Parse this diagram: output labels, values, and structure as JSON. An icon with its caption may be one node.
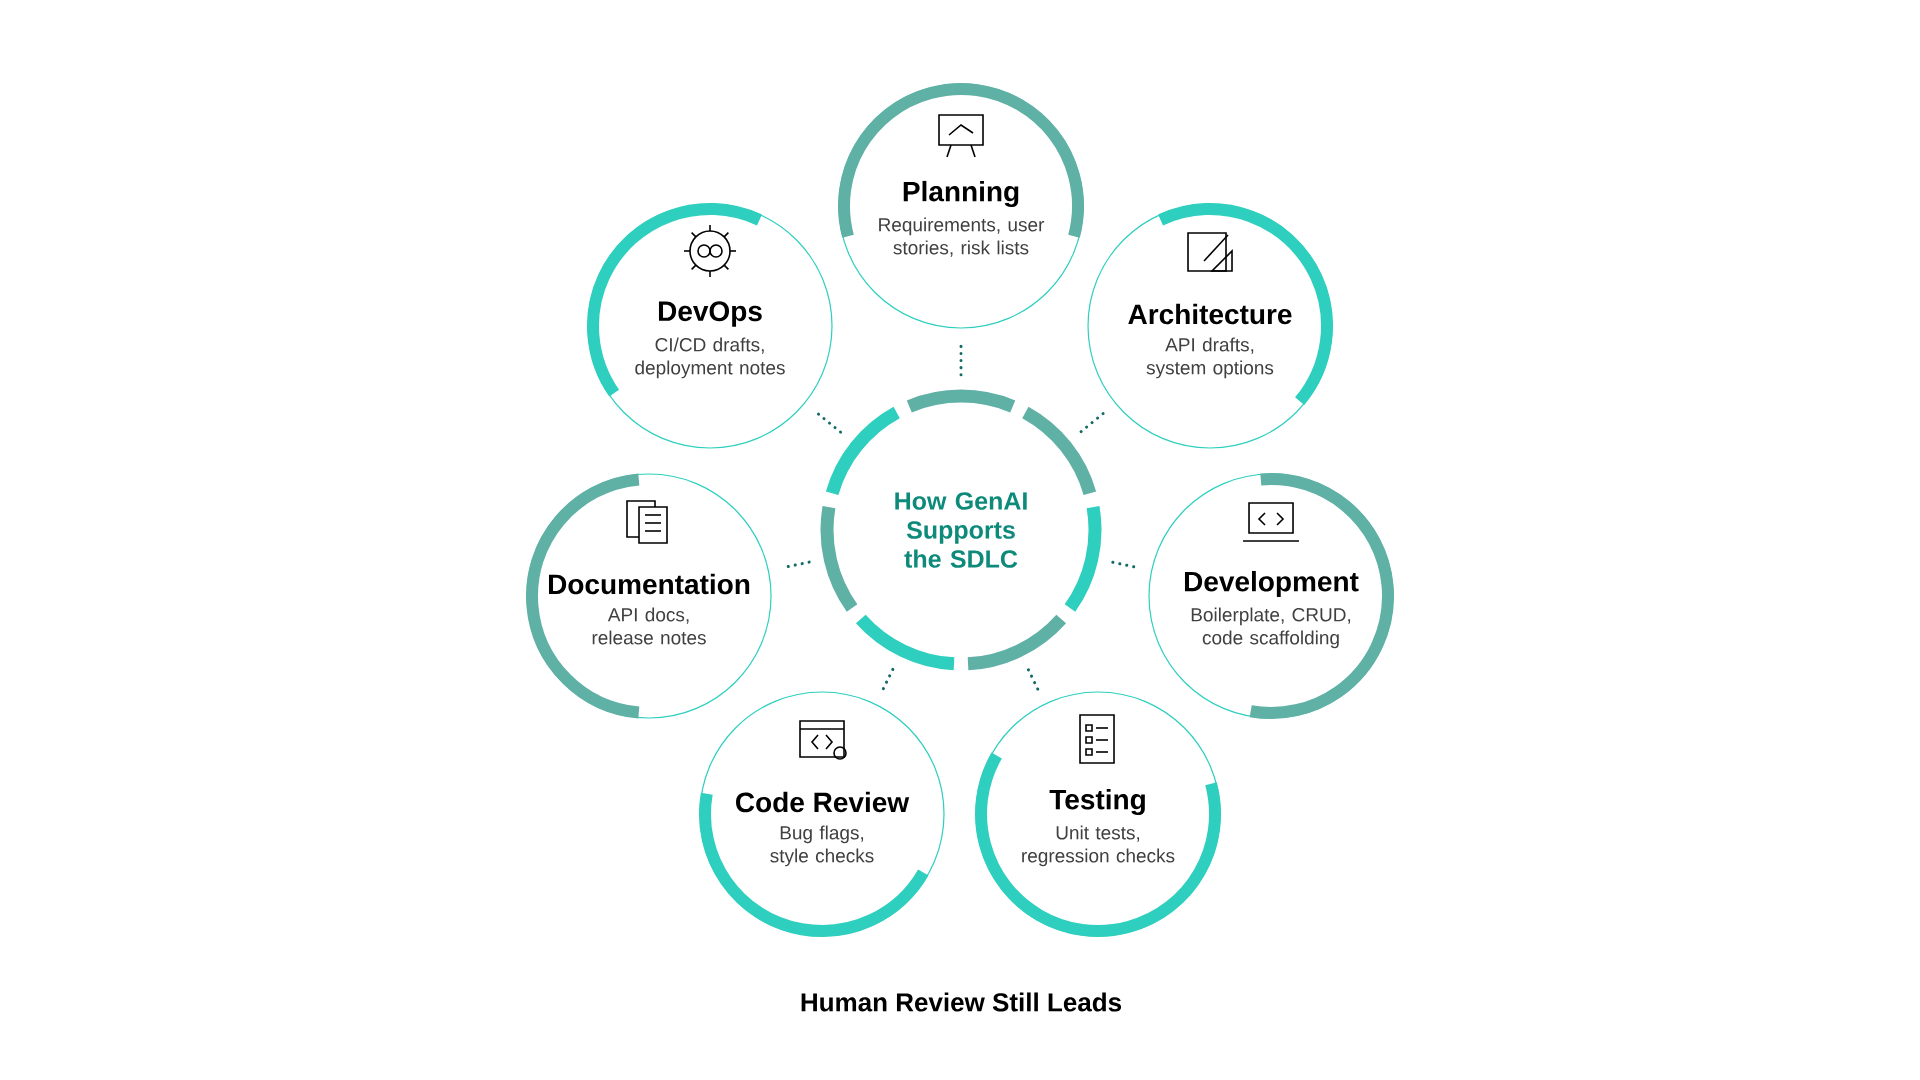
{
  "diagram": {
    "caption": "Human Review Still Leads",
    "nodes": [
      {
        "text": [
          "How GenAI Supports the SDLC"
        ]
      },
      {
        "text": [
          "Planning",
          "Requirements, user stories, risk lists"
        ]
      },
      {
        "text": [
          "Architecture",
          "API drafts, system options"
        ]
      },
      {
        "text": [
          "Development",
          "Boilerplate, CRUD, code scaffolding"
        ]
      },
      {
        "text": [
          "Testing",
          "Unit tests, regression checks"
        ]
      },
      {
        "text": [
          "Code Review",
          "Bug flags, style checks"
        ]
      },
      {
        "text": [
          "Documentation",
          "API docs, release notes"
        ]
      },
      {
        "text": [
          "DevOps",
          "CI/CD drafts, deployment notes"
        ]
      }
    ],
    "edges": [
      {
        "from": 0,
        "to": 1,
        "arrow": "none"
      },
      {
        "from": 0,
        "to": 2,
        "arrow": "none"
      },
      {
        "from": 0,
        "to": 3,
        "arrow": "none"
      },
      {
        "from": 0,
        "to": 4,
        "arrow": "none"
      },
      {
        "from": 0,
        "to": 5,
        "arrow": "none"
      },
      {
        "from": 0,
        "to": 6,
        "arrow": "none"
      },
      {
        "from": 0,
        "to": 7,
        "arrow": "none"
      }
    ]
  }
}
